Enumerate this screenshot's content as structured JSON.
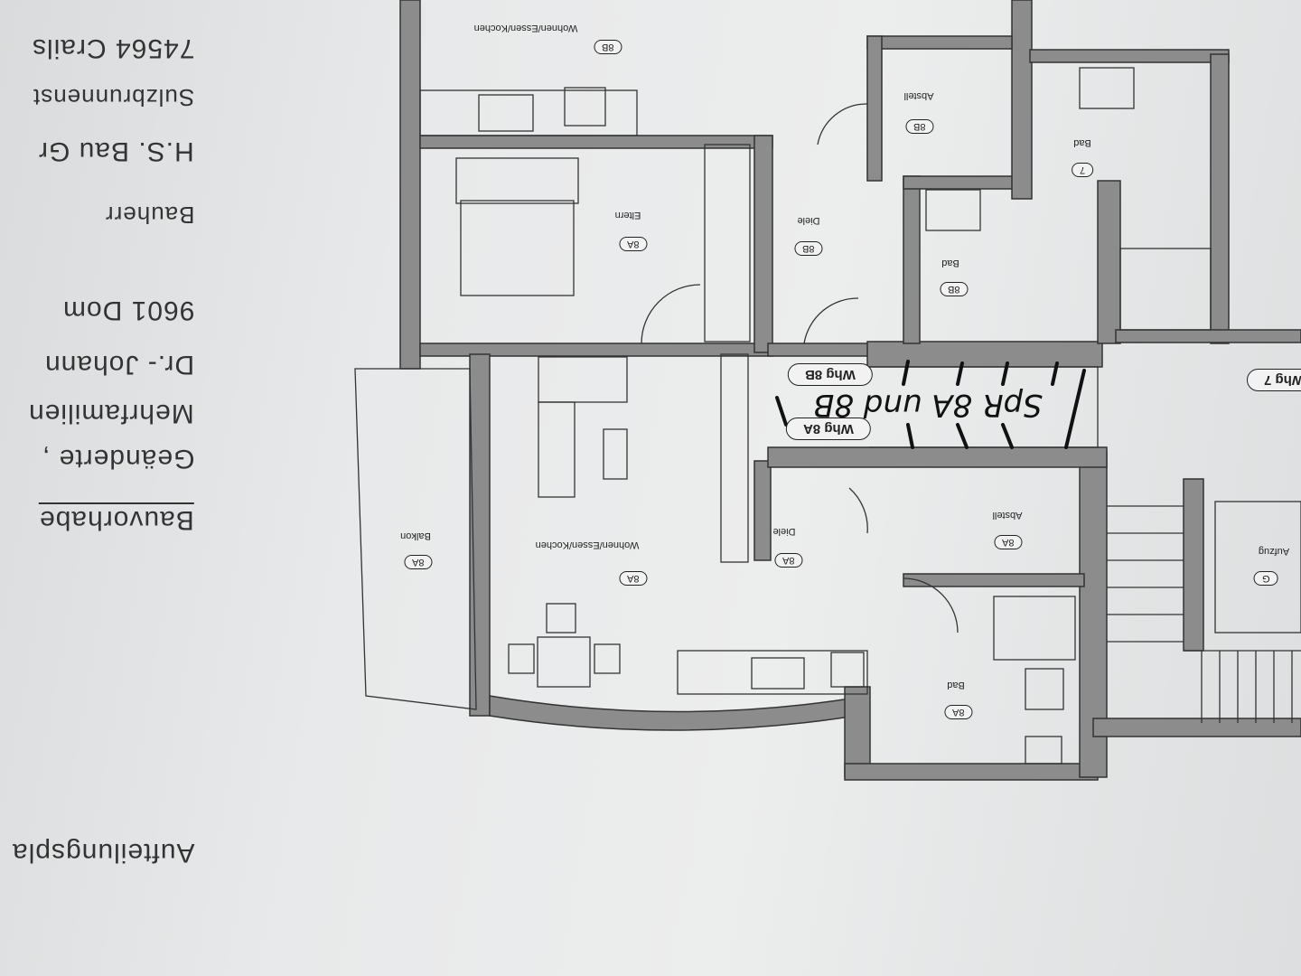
{
  "title_block": {
    "plan_title": "Aufteilungspla",
    "project_heading": "Bauvorhabe",
    "project_lines": [
      "Geänderte ,",
      "Mehrfamilien",
      "Dr.- Johann",
      "9601 Dom"
    ],
    "owner_heading": "Bauherr",
    "owner_lines": [
      "H.S. Bau Gr",
      "Sulzbrunnenst",
      "74564 Crails"
    ]
  },
  "rooms": [
    {
      "unit": "8B",
      "name": "Wohnen/Essen/Kochen"
    },
    {
      "unit": "8B",
      "name": "Abstell"
    },
    {
      "unit": "7",
      "name": "Bad"
    },
    {
      "unit": "8A",
      "name": "Eltern"
    },
    {
      "unit": "8B",
      "name": "Diele"
    },
    {
      "unit": "8B",
      "name": "Bad"
    },
    {
      "unit": "8A",
      "name": "Abstell"
    },
    {
      "unit": "G",
      "name": "Aufzug"
    },
    {
      "unit": "8A",
      "name": "Balkon"
    },
    {
      "unit": "8A",
      "name": "Wohnen/Essen/Kochen"
    },
    {
      "unit": "8A",
      "name": "Diele"
    },
    {
      "unit": "8A",
      "name": "Bad"
    }
  ],
  "apartments": {
    "whg_8b": "Whg 8B",
    "whg_8a": "Whg 8A",
    "whg_7": "Whg 7"
  },
  "handwritten_note": "SpR 8A und 8B"
}
